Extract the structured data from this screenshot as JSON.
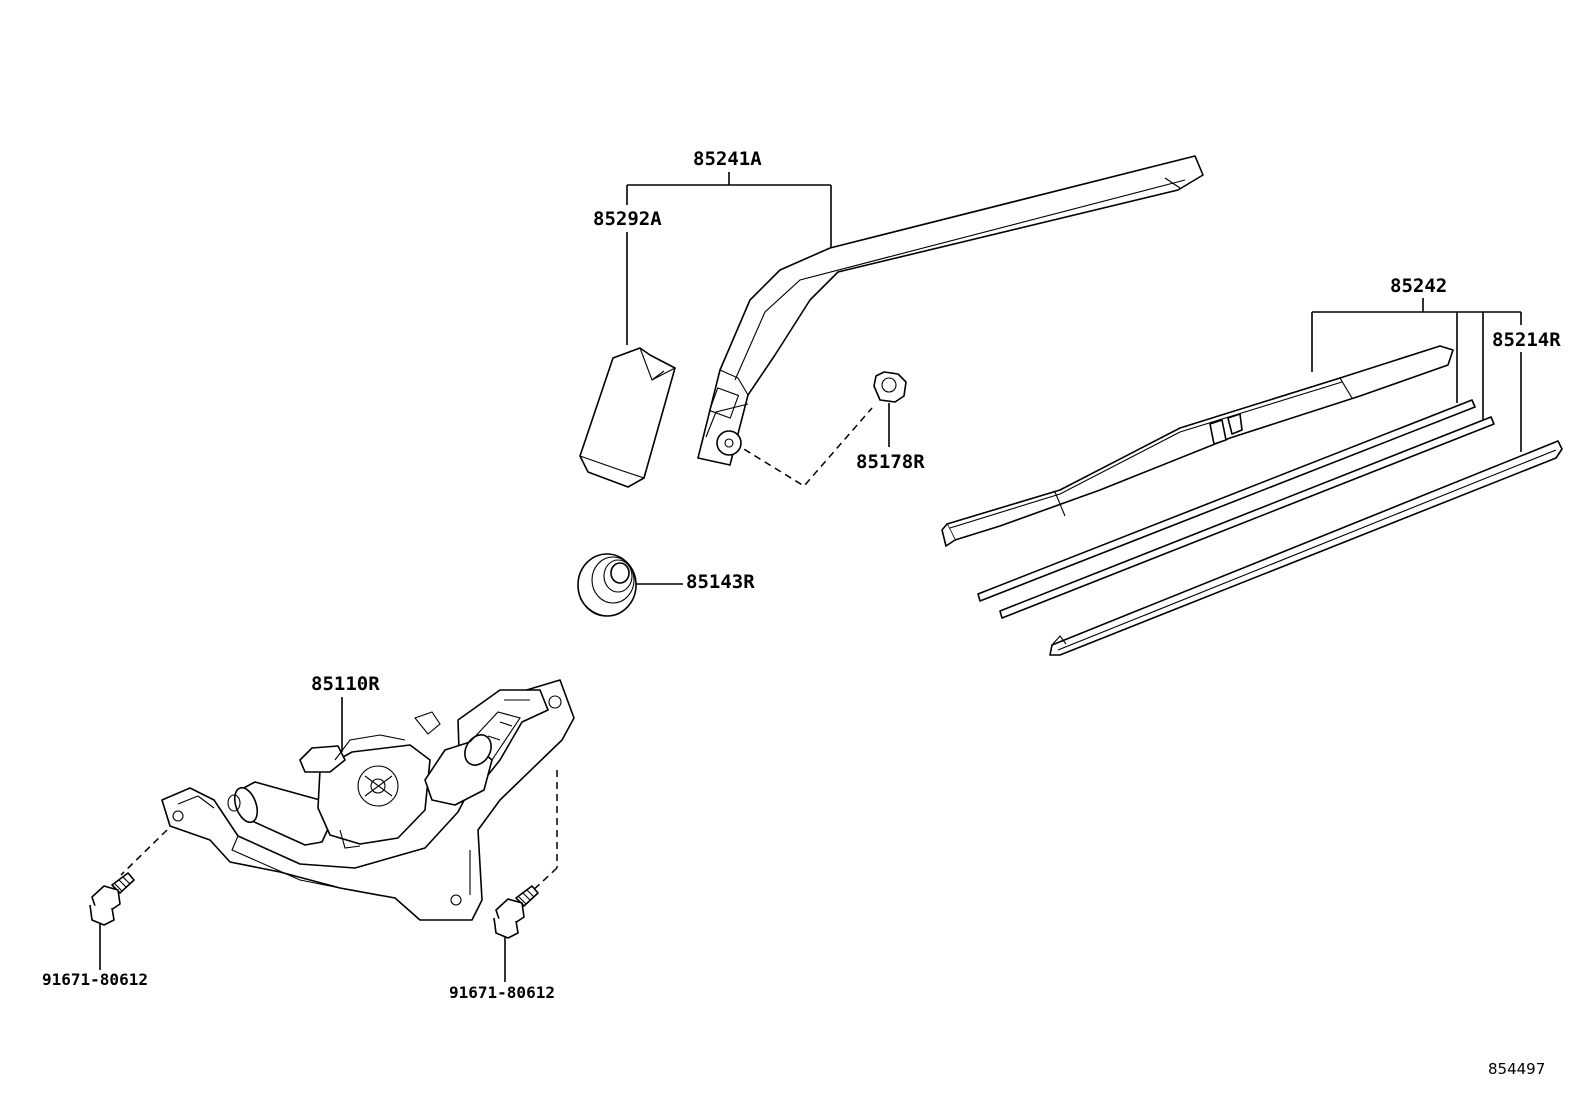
{
  "labels": {
    "arm_assy": "85241A",
    "arm_cap": "85292A",
    "blade_assy": "85242",
    "blade_rubber": "85214R",
    "arm_nut": "85178R",
    "pivot_cap": "85143R",
    "motor": "85110R",
    "bolt_left": "91671-80612",
    "bolt_right": "91671-80612",
    "diagram_ref": "854497"
  }
}
